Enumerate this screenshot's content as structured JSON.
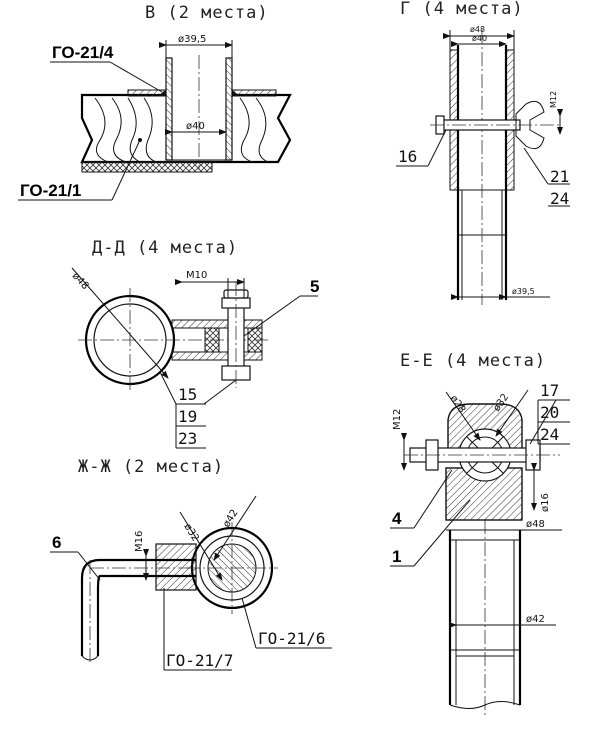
{
  "views": {
    "v": {
      "title": "В (2 места)",
      "labels": {
        "top": "ГО-21/4",
        "bottom": "ГО-21/1"
      },
      "dims": {
        "outer": "ø39,5",
        "inner": "ø40"
      }
    },
    "g": {
      "title": "Г (4 места)",
      "dims": {
        "d48": "ø48",
        "d40": "ø40",
        "m12": "M12",
        "d395": "ø39,5"
      },
      "positions": [
        "16",
        "21",
        "24"
      ]
    },
    "d": {
      "title": "Д-Д (4 места)",
      "dims": {
        "d48": "ø48",
        "m10": "M10"
      },
      "positions": [
        "15",
        "19",
        "23"
      ],
      "bold": "5"
    },
    "e": {
      "title": "Е-Е (4 места)",
      "dims": {
        "d28": "ø28",
        "d32": "ø32",
        "m12": "M12",
        "d16": "ø16",
        "d48": "ø48",
        "d42": "ø42"
      },
      "positions": [
        "17",
        "20",
        "24"
      ],
      "bold": [
        "4",
        "1"
      ]
    },
    "zh": {
      "title": "Ж-Ж (2 места)",
      "dims": {
        "m16": "M16",
        "d32": "ø32",
        "d42": "ø42"
      },
      "labels": {
        "left": "ГО-21/7",
        "right": "ГО-21/6"
      },
      "bold": "6"
    }
  },
  "colors": {
    "line": "#111111",
    "hatch": "#333333",
    "background": "#ffffff"
  }
}
